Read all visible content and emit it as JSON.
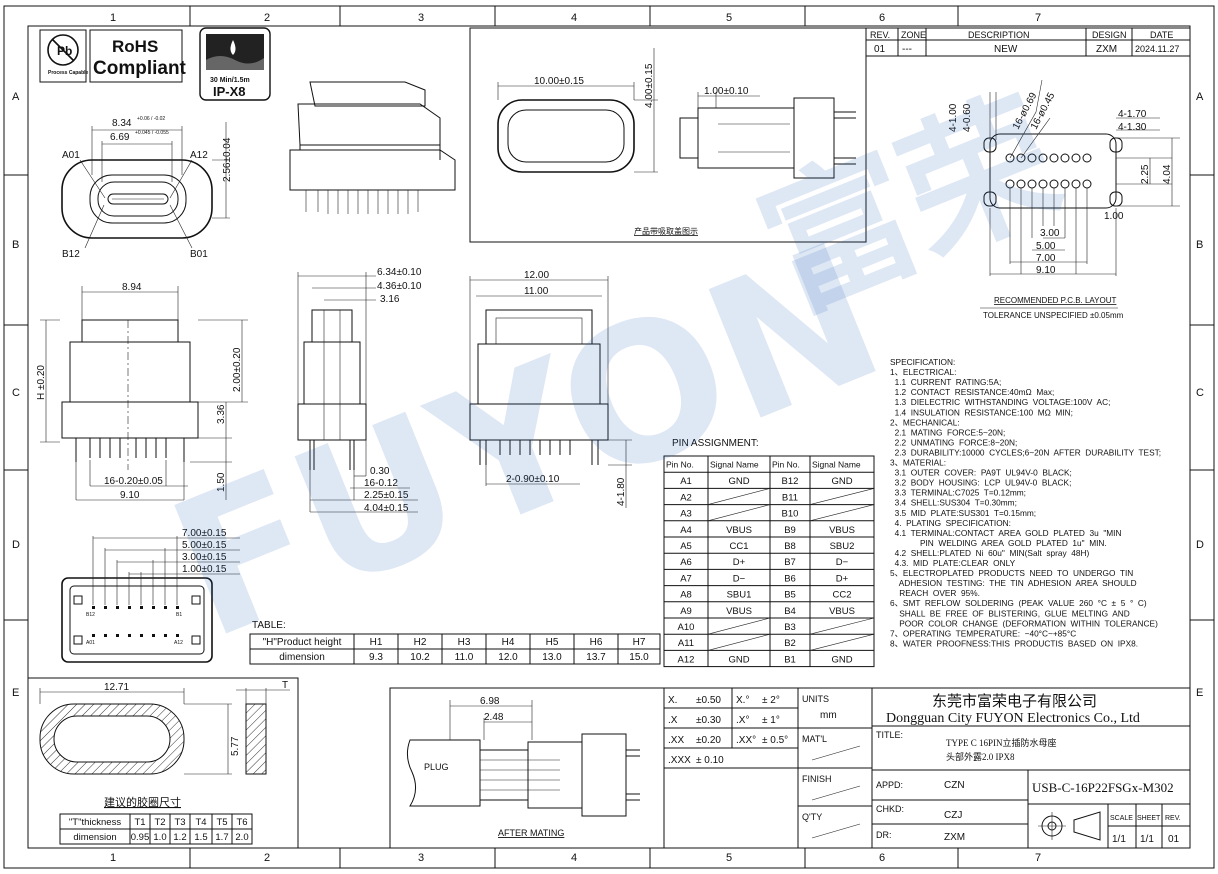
{
  "sheet": {
    "columns": [
      "1",
      "2",
      "3",
      "4",
      "5",
      "6",
      "7"
    ],
    "rows": [
      "A",
      "B",
      "C",
      "D",
      "E"
    ]
  },
  "logos": {
    "pb_sub": "Process Capable",
    "rohs_line1": "RoHS",
    "rohs_line2": "Compliant",
    "ip_sub": "30 Min/1.5m",
    "ip_main": "IP-X8"
  },
  "revision": {
    "headers": [
      "REV.",
      "ZONE",
      "DESCRIPTION",
      "DESIGN",
      "DATE"
    ],
    "row": [
      "01",
      "---",
      "NEW",
      "ZXM",
      "2024.11.27"
    ]
  },
  "dims": {
    "front_w1": "8.34",
    "front_w1_tol": "+0.06 / -0.02",
    "front_w2": "6.69",
    "front_w2_tol": "+0.045 / -0.055",
    "front_h": "2.56±0.04",
    "front_a01": "A01",
    "front_a12": "A12",
    "front_b12": "B12",
    "front_b01": "B01",
    "side_w": "8.94",
    "side_h": "H ±0.20",
    "side_200": "2.00±0.20",
    "side_336": "3.36",
    "side_150": "1.50",
    "side_pitch": "16-0.20±0.05",
    "side_910": "9.10",
    "mid_634": "6.34±0.10",
    "mid_436": "4.36±0.10",
    "mid_316": "3.16",
    "mid_030": "0.30",
    "mid_012": "16-0.12",
    "mid_225": "2.25±0.15",
    "mid_404": "4.04±0.15",
    "right_1200": "12.00",
    "right_1100": "11.00",
    "right_090": "2-0.90±0.10",
    "right_180": "4-1.80",
    "pin_700": "7.00±0.15",
    "pin_500": "5.00±0.15",
    "pin_300": "3.00±0.15",
    "pin_100": "1.00±0.15",
    "pin_b12": "B12",
    "pin_b1": "B1",
    "pin_a01": "A01",
    "pin_a12": "A12",
    "top_1000": "10.00±0.15",
    "top_400": "4.00±0.15",
    "top_100": "1.00±0.10",
    "top_caption": "产品带吸取盖图示",
    "pcb_100": "4-1.00",
    "pcb_060": "4-0.60",
    "pcb_069": "16-ø0.69",
    "pcb_045": "16-ø0.45",
    "pcb_170": "4-1.70",
    "pcb_130": "4-1.30",
    "pcb_225": "2.25",
    "pcb_404": "4.04",
    "pcb_1": "1.00",
    "pcb_300": "3.00",
    "pcb_500": "5.00",
    "pcb_700": "7.00",
    "pcb_910": "9.10",
    "pcb_title": "RECOMMENDED  P.C.B.  LAYOUT",
    "pcb_tol": "TOLERANCE  UNSPECIFIED  ±0.05mm",
    "gasket_1271": "12.71",
    "gasket_577": "5.77",
    "gasket_t": "T",
    "gasket_caption": "建议的胶圈尺寸",
    "mate_698": "6.98",
    "mate_248": "2.48",
    "mate_plug": "PLUG",
    "mate_caption": "AFTER  MATING"
  },
  "pin_assignment": {
    "title": "PIN  ASSIGNMENT:",
    "headers": [
      "Pin No.",
      "Signal Name",
      "Pin No.",
      "Signal Name"
    ],
    "rows": [
      [
        "A1",
        "GND",
        "B12",
        "GND"
      ],
      [
        "A2",
        "",
        "B11",
        ""
      ],
      [
        "A3",
        "",
        "B10",
        ""
      ],
      [
        "A4",
        "VBUS",
        "B9",
        "VBUS"
      ],
      [
        "A5",
        "CC1",
        "B8",
        "SBU2"
      ],
      [
        "A6",
        "D+",
        "B7",
        "D−"
      ],
      [
        "A7",
        "D−",
        "B6",
        "D+"
      ],
      [
        "A8",
        "SBU1",
        "B5",
        "CC2"
      ],
      [
        "A9",
        "VBUS",
        "B4",
        "VBUS"
      ],
      [
        "A10",
        "",
        "B3",
        ""
      ],
      [
        "A11",
        "",
        "B2",
        ""
      ],
      [
        "A12",
        "GND",
        "B1",
        "GND"
      ]
    ]
  },
  "height_table": {
    "title": "TABLE:",
    "headers": [
      "\"H\"Product height",
      "H1",
      "H2",
      "H3",
      "H4",
      "H5",
      "H6",
      "H7"
    ],
    "row": [
      "dimension",
      "9.3",
      "10.2",
      "11.0",
      "12.0",
      "13.0",
      "13.7",
      "15.0"
    ]
  },
  "thickness_table": {
    "headers": [
      "\"T\"thickness",
      "T1",
      "T2",
      "T3",
      "T4",
      "T5",
      "T6"
    ],
    "row": [
      "dimension",
      "0.95",
      "1.0",
      "1.2",
      "1.5",
      "1.7",
      "2.0"
    ]
  },
  "spec": [
    "SPECIFICATION:",
    "1、ELECTRICAL:",
    "  1.1  CURRENT  RATING:5A;",
    "  1.2  CONTACT  RESISTANCE:40mΩ  Max;",
    "  1.3  DIELECTRIC  WITHSTANDING  VOLTAGE:100V  AC;",
    "  1.4  INSULATION  RESISTANCE:100  MΩ  MIN;",
    "2、MECHANICAL:",
    "  2.1  MATING  FORCE:5~20N;",
    "  2.2  UNMATING  FORCE:8~20N;",
    "  2.3  DURABILITY:10000  CYCLES;6~20N  AFTER  DURABILITY  TEST;",
    "3、MATERIAL:",
    "  3.1  OUTER  COVER:  PA9T  UL94V-0  BLACK;",
    "  3.2  BODY  HOUSING:  LCP  UL94V-0  BLACK;",
    "  3.3  TERMINAL:C7025  T=0.12mm;",
    "  3.4  SHELL:SUS304  T=0.30mm;",
    "  3.5  MID  PLATE:SUS301  T=0.15mm;",
    "  4.  PLATING  SPECIFICATION:",
    "  4.1  TERMINAL:CONTACT  AREA  GOLD  PLATED  3u  \"MIN",
    "             PIN  WELDING  AREA  GOLD  PLATED  1u\"  MIN.",
    "  4.2  SHELL:PLATED  Ni  60u\"  MIN(Salt  spray  48H)",
    "  4.3.  MID  PLATE:CLEAR  ONLY",
    "5、ELECTROPLATED  PRODUCTS  NEED  TO  UNDERGO  TIN",
    "    ADHESION  TESTING:  THE  TIN  ADHESION  AREA  SHOULD",
    "    REACH  OVER  95%.",
    "6、SMT  REFLOW  SOLDERING  (PEAK  VALUE  260  °C  ±  5  °  C)",
    "    SHALL  BE  FREE  OF  BLISTERING,  GLUE  MELTING  AND",
    "    POOR  COLOR  CHANGE  (DEFORMATION  WITHIN  TOLERANCE)",
    "7、OPERATING  TEMPERATURE:  −40°C~+85°C",
    "8、WATER  PROOFNESS:THIS  PRODUCTIS  BASED  ON  IPX8."
  ],
  "tolerance": {
    "rows": [
      [
        "X.",
        "±0.50",
        "X.°",
        "± 2°"
      ],
      [
        ".X",
        "±0.30",
        ".X°",
        "± 1°"
      ],
      [
        ".XX",
        "±0.20",
        ".XX°",
        "± 0.5°"
      ],
      [
        ".XXX",
        "± 0.10",
        "",
        ""
      ]
    ],
    "units_label": "UNITS",
    "units_value": "mm",
    "matl": "MAT'L",
    "finish": "FINISH",
    "qty": "Q'TY"
  },
  "title_block": {
    "company_cn": "东莞市富荣电子有限公司",
    "company_en": "Dongguan City FUYON Electronics Co., Ltd",
    "title_label": "TITLE:",
    "title_line1": "TYPE C 16PIN立插防水母座",
    "title_line2": "头部外露2.0 IPX8",
    "appd_label": "APPD:",
    "appd": "CZN",
    "chkd_label": "CHKD:",
    "chkd": "CZJ",
    "dr_label": "DR:",
    "dr": "ZXM",
    "part_no": "USB-C-16P22FSGx-M302",
    "scale_label": "SCALE",
    "sheet_label": "SHEET",
    "rev_label": "REV.",
    "scale": "1/1",
    "sheet": "1/1",
    "rev": "01"
  },
  "watermark": {
    "brand": "FUYON",
    "cn": "富荣"
  }
}
